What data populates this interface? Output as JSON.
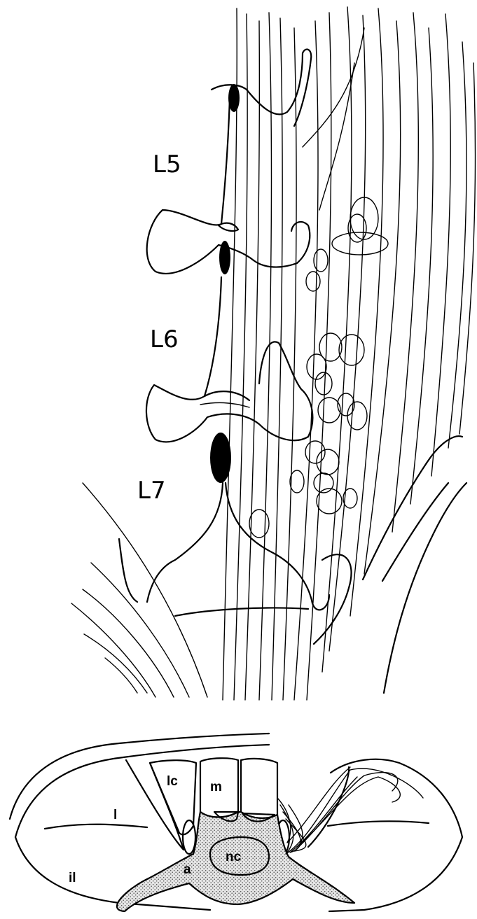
{
  "figure": {
    "vertebra_labels": [
      "L5",
      "L6",
      "L7"
    ],
    "section_labels": {
      "l": "l",
      "lc": "lc",
      "m": "m",
      "il": "il",
      "a": "a",
      "nc": "nc"
    }
  }
}
